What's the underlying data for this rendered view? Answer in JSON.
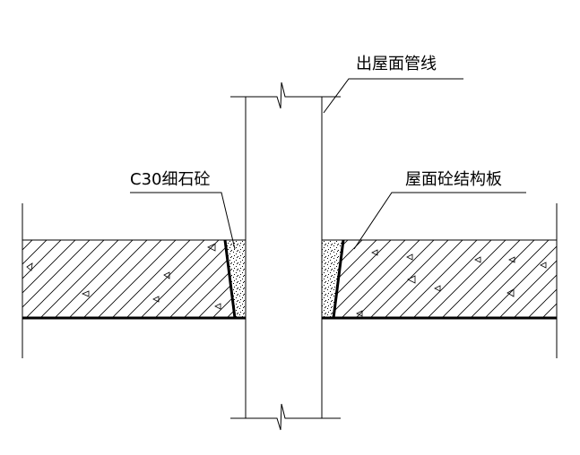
{
  "labels": {
    "pipe": "出屋面管线",
    "fill": "C30细石砼",
    "slab": "屋面砼结构板"
  },
  "colors": {
    "line": "#000000",
    "background": "#ffffff"
  }
}
